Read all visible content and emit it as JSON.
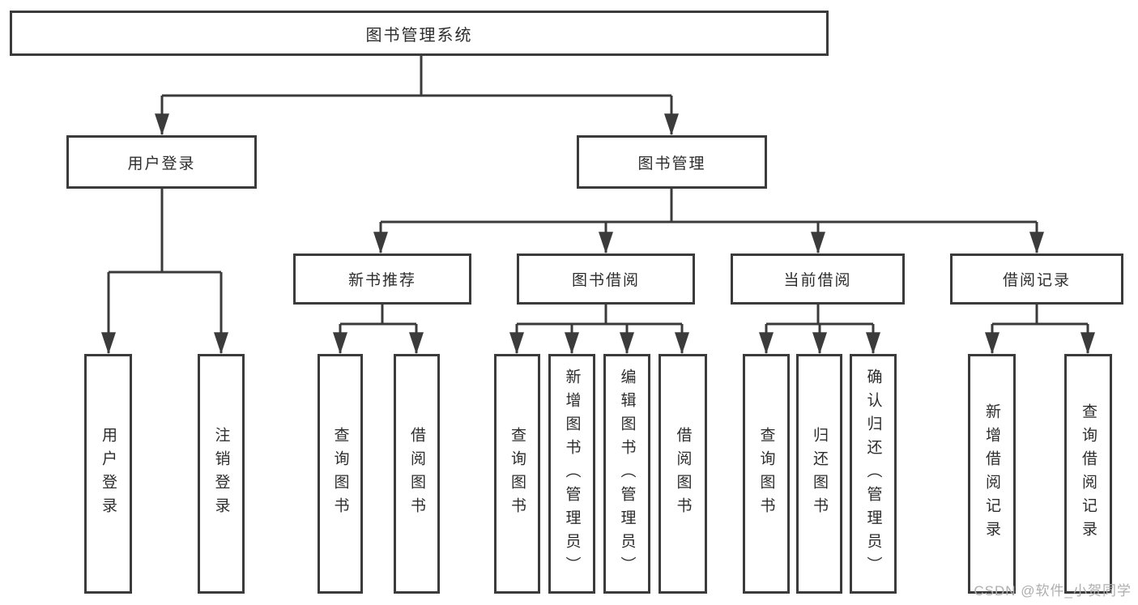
{
  "diagram": {
    "root": {
      "label": "图书管理系统"
    },
    "user": {
      "label": "用户登录",
      "leaves": [
        {
          "label": "用户登录"
        },
        {
          "label": "注销登录"
        }
      ]
    },
    "mgmt": {
      "label": "图书管理",
      "sections": [
        {
          "label": "新书推荐",
          "leaves": [
            {
              "label": "查询图书"
            },
            {
              "label": "借阅图书"
            }
          ]
        },
        {
          "label": "图书借阅",
          "leaves": [
            {
              "label": "查询图书"
            },
            {
              "label": "新增图书（管理员）"
            },
            {
              "label": "编辑图书（管理员）"
            },
            {
              "label": "借阅图书"
            }
          ]
        },
        {
          "label": "当前借阅",
          "leaves": [
            {
              "label": "查询图书"
            },
            {
              "label": "归还图书"
            },
            {
              "label": "确认归还（管理员）"
            }
          ]
        },
        {
          "label": "借阅记录",
          "leaves": [
            {
              "label": "新增借阅记录"
            },
            {
              "label": "查询借阅记录"
            }
          ]
        }
      ]
    }
  },
  "watermark": {
    "text": "CSDN @软件_小贺同学"
  },
  "colors": {
    "line": "#3b3b3b",
    "text": "#2d2d2d",
    "watermark": "#aeaeae",
    "background": "#ffffff"
  }
}
